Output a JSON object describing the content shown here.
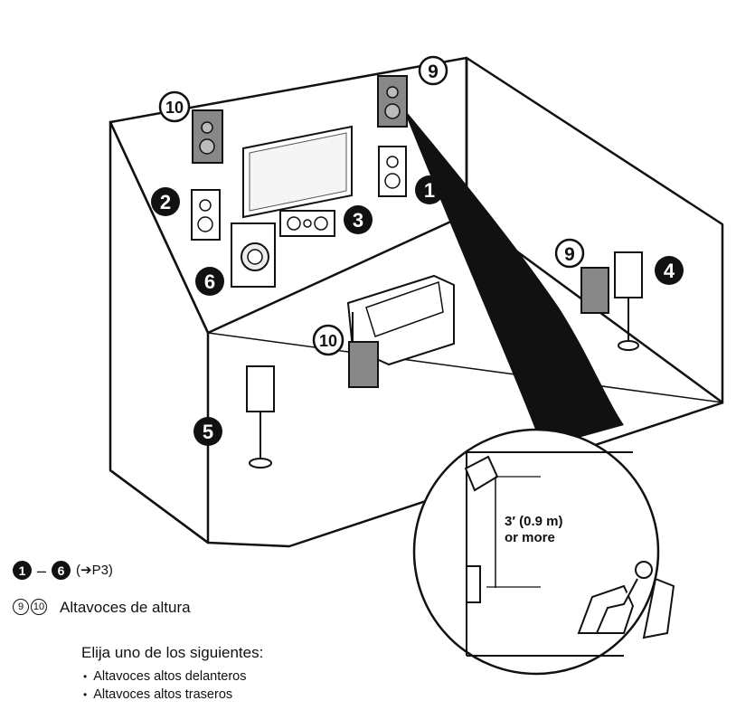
{
  "callouts": {
    "front_lr": "1",
    "front_l_alt": "2",
    "center": "3",
    "surround_r": "4",
    "surround_l": "5",
    "subwoofer": "6",
    "height_front": "9",
    "height_side": "9",
    "height_rear_top": "10",
    "height_rear_floor": "10"
  },
  "inset": {
    "distance_line1": "3′ (0.9 m)",
    "distance_line2": "or more"
  },
  "legend": {
    "range_start": "1",
    "range_dash": "–",
    "range_end": "6",
    "range_ref": "(➔P3)",
    "height_badge_a": "9",
    "height_badge_b": "10",
    "height_heading": "Altavoces de altura",
    "choose_text": "Elija uno de los siguientes:",
    "options": [
      "Altavoces altos delanteros",
      "Altavoces altos traseros"
    ]
  }
}
